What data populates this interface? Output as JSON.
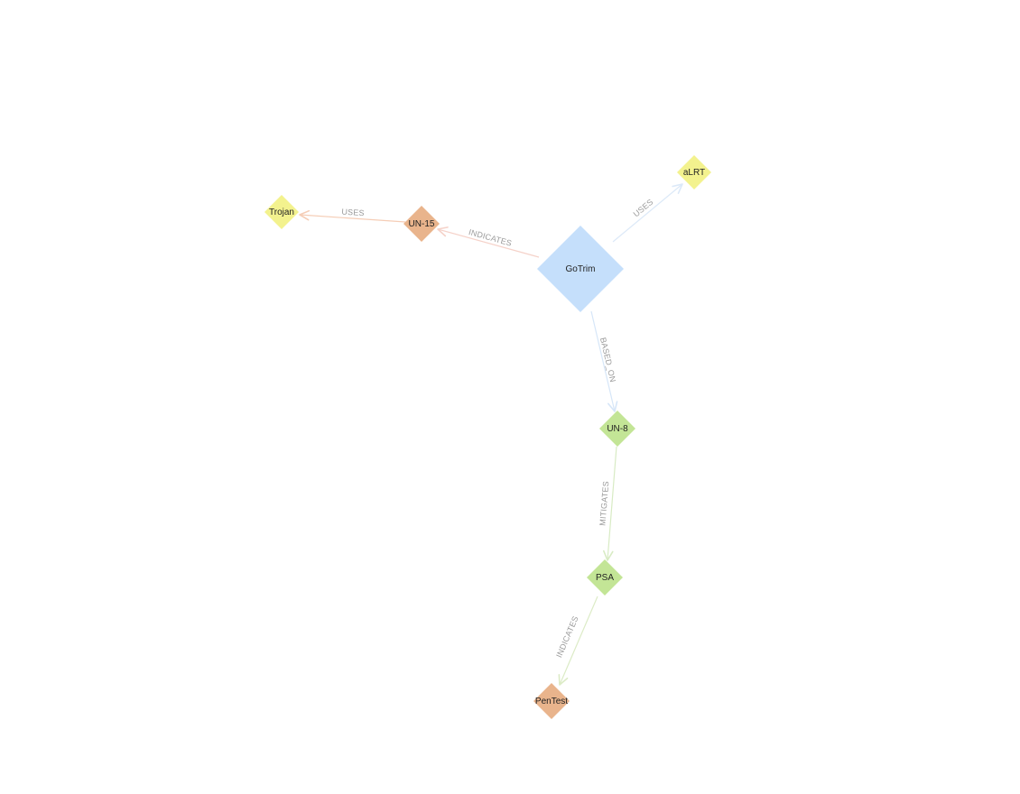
{
  "graph": {
    "nodes": [
      {
        "id": "gotrim",
        "label": "GoTrim",
        "color": "#c5dffb",
        "kind": "primary"
      },
      {
        "id": "alrt",
        "label": "aLRT",
        "color": "#f3f28e",
        "kind": "yellow"
      },
      {
        "id": "un15",
        "label": "UN-15",
        "color": "#e9b48c",
        "kind": "orange"
      },
      {
        "id": "trojan",
        "label": "Trojan",
        "color": "#f3f28e",
        "kind": "yellow"
      },
      {
        "id": "un8",
        "label": "UN-8",
        "color": "#c3e596",
        "kind": "green"
      },
      {
        "id": "psa",
        "label": "PSA",
        "color": "#c3e596",
        "kind": "green"
      },
      {
        "id": "pentest",
        "label": "PenTest",
        "color": "#e9b48c",
        "kind": "orange"
      }
    ],
    "edges": [
      {
        "id": "e-gotrim-alrt",
        "source": "gotrim",
        "target": "alrt",
        "label": "USES",
        "color": "#dce9f8"
      },
      {
        "id": "e-gotrim-un15",
        "source": "gotrim",
        "target": "un15",
        "label": "INDICATES",
        "color": "#f5d2c9"
      },
      {
        "id": "e-un15-trojan",
        "source": "un15",
        "target": "trojan",
        "label": "USES",
        "color": "#f5cdb6"
      },
      {
        "id": "e-gotrim-un8",
        "source": "gotrim",
        "target": "un8",
        "label": "BASED_ON",
        "color": "#d6e6f8"
      },
      {
        "id": "e-un8-psa",
        "source": "un8",
        "target": "psa",
        "label": "MITIGATES",
        "color": "#d8ebc4"
      },
      {
        "id": "e-psa-pentest",
        "source": "psa",
        "target": "pentest",
        "label": "INDICATES",
        "color": "#dcebc6"
      }
    ]
  }
}
